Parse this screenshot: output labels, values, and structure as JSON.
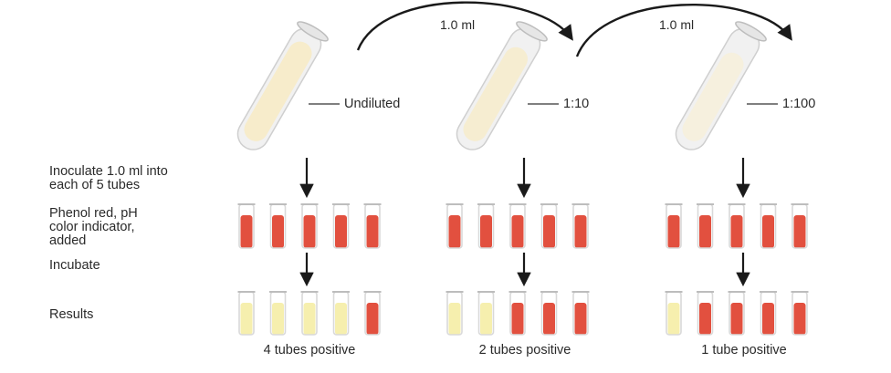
{
  "transfer_labels": [
    "1.0 ml",
    "1.0 ml"
  ],
  "dilutions": [
    "Undiluted",
    "1:10",
    "1:100"
  ],
  "steps": {
    "inoculate": "Inoculate 1.0 ml into\neach of 5 tubes",
    "indicator": "Phenol red, pH\ncolor indicator,\nadded",
    "incubate": "Incubate",
    "results": "Results"
  },
  "results": [
    "4 tubes positive",
    "2 tubes positive",
    "1 tube positive"
  ],
  "groups": [
    {
      "tubes_per_group": 5,
      "positive": [
        false,
        false,
        false,
        false,
        true
      ]
    },
    {
      "tubes_per_group": 5,
      "positive": [
        false,
        false,
        true,
        true,
        true
      ]
    },
    {
      "tubes_per_group": 5,
      "positive": [
        false,
        true,
        true,
        true,
        true
      ]
    }
  ],
  "colors": {
    "phenol_red": "#e2503f",
    "negative_yellow": "#f6efae",
    "broth": "#f7ebc6",
    "glass": "#d9d9d9",
    "text": "#2a2a2a"
  }
}
